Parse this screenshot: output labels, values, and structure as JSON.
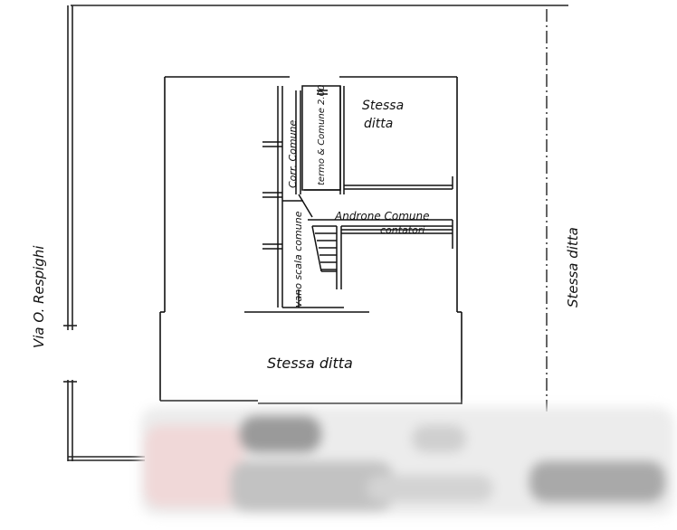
{
  "labels": {
    "street": "Via O. Respighi",
    "right_side": "Stessa ditta",
    "top_right_room_line1": "Stessa",
    "top_right_room_line2": "ditta",
    "corridor": "Corr. Comune",
    "heating": "termo & Comune 2.00",
    "hall": "Androne Comune",
    "meters": "contatori",
    "stair": "vano scala comune",
    "bottom_room": "Stessa ditta"
  },
  "colors": {
    "ink": "#111111",
    "paper": "#ffffff",
    "blur_gray": "#bdbdbd"
  }
}
